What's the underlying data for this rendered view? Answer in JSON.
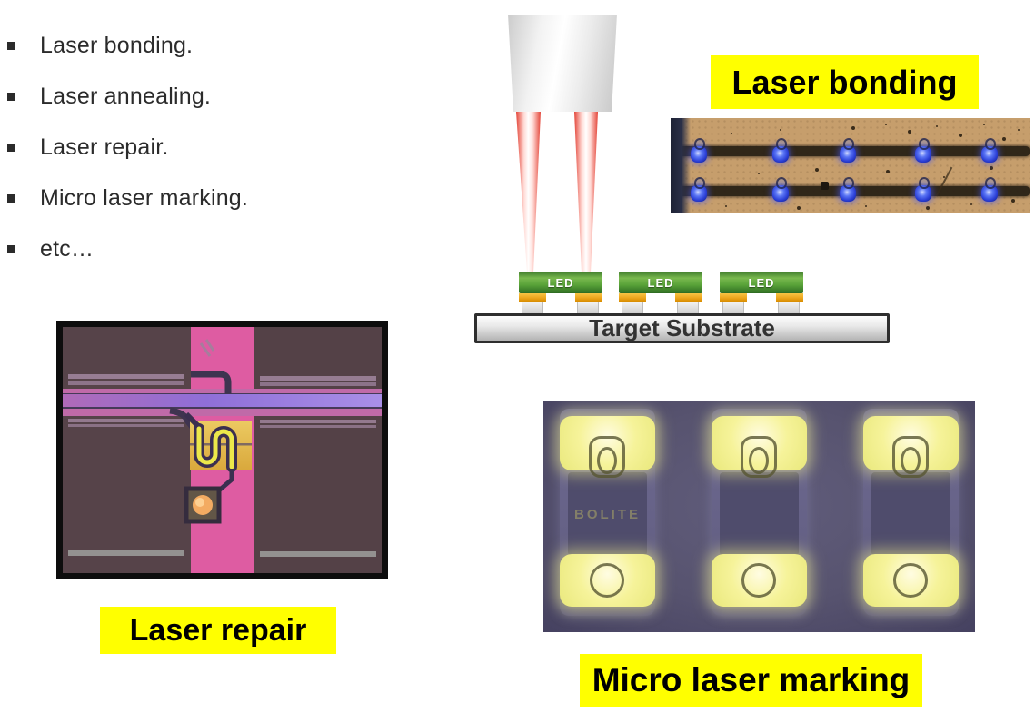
{
  "slide": {
    "bullets": [
      {
        "label": "Laser bonding."
      },
      {
        "label": "Laser annealing."
      },
      {
        "label": "Laser repair."
      },
      {
        "label": "Micro laser marking."
      },
      {
        "label": "etc…"
      }
    ],
    "diagram": {
      "led_label": "LED",
      "substrate_label": "Target Substrate"
    },
    "captions": {
      "bonding": "Laser bonding",
      "repair": "Laser repair",
      "marking": "Micro laser marking"
    },
    "photos": {
      "marking_chip_text": "BOLITE"
    },
    "colors": {
      "highlight": "#ffff00",
      "bullet_text": "#2b2b2b",
      "beam_red": "#e23b2e",
      "led_green": "#4e9233",
      "pad_gold": "#eda61e",
      "substrate_border": "#2e2e2e",
      "bonding_led_blue": "#2b3fd6",
      "photo_tan": "#c69e6c",
      "repair_pink": "#de5ca2",
      "repair_gold": "#d9a83c",
      "marking_yellow": "#f1ee8e",
      "marking_bg": "#57536f"
    }
  }
}
